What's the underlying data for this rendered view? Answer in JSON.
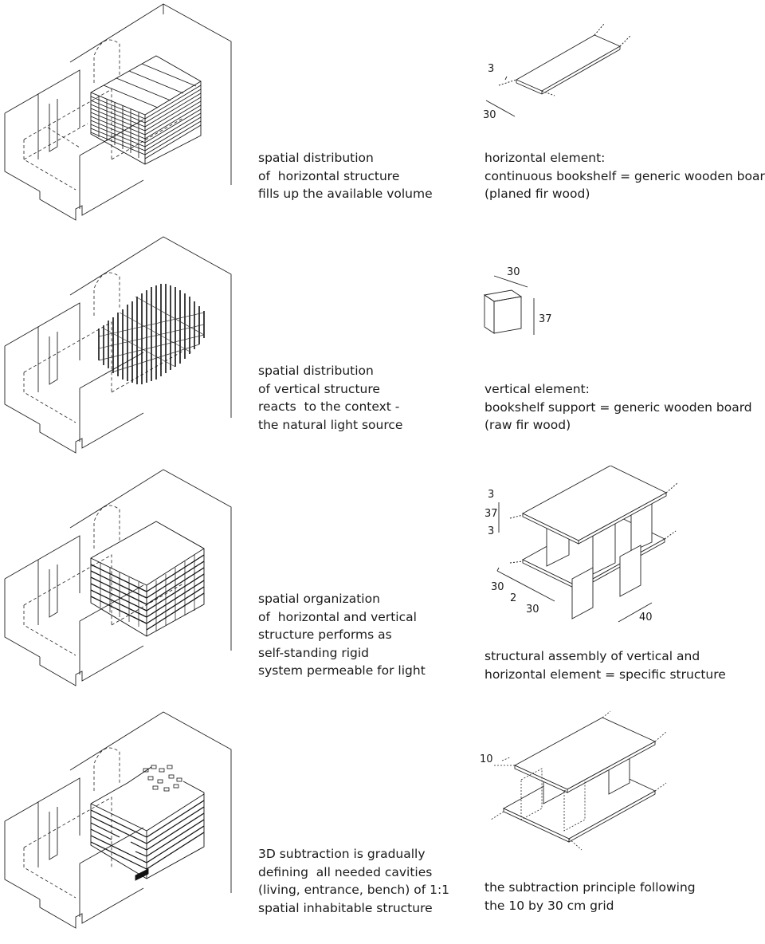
{
  "rows": [
    {
      "caption": "spatial distribution\nof  horizontal structure\nfills up the available volume",
      "detail_text": "horizontal element:\ncontinuous bookshelf = generic wooden board\n(planed fir wood)",
      "dims": [
        "3",
        "30"
      ]
    },
    {
      "caption": "spatial distribution\nof vertical structure\nreacts  to the context -\nthe natural light source",
      "detail_text": "vertical element:\nbookshelf support = generic wooden board\n(raw fir wood)",
      "dims": [
        "30",
        "37"
      ]
    },
    {
      "caption": "spatial organization\nof  horizontal and vertical\nstructure performs as\nself-standing rigid\nsystem permeable for light",
      "detail_text": "structural assembly of vertical and\nhorizontal element = specific structure",
      "dims": [
        "3",
        "37",
        "3",
        "30",
        "2",
        "30",
        "40"
      ]
    },
    {
      "caption": "3D subtraction is gradually\ndefining  all needed cavities\n(living, entrance, bench) of 1:1\nspatial inhabitable structure",
      "detail_text": "the subtraction principle following\nthe 10 by 30 cm grid",
      "dims": [
        "10"
      ]
    }
  ]
}
